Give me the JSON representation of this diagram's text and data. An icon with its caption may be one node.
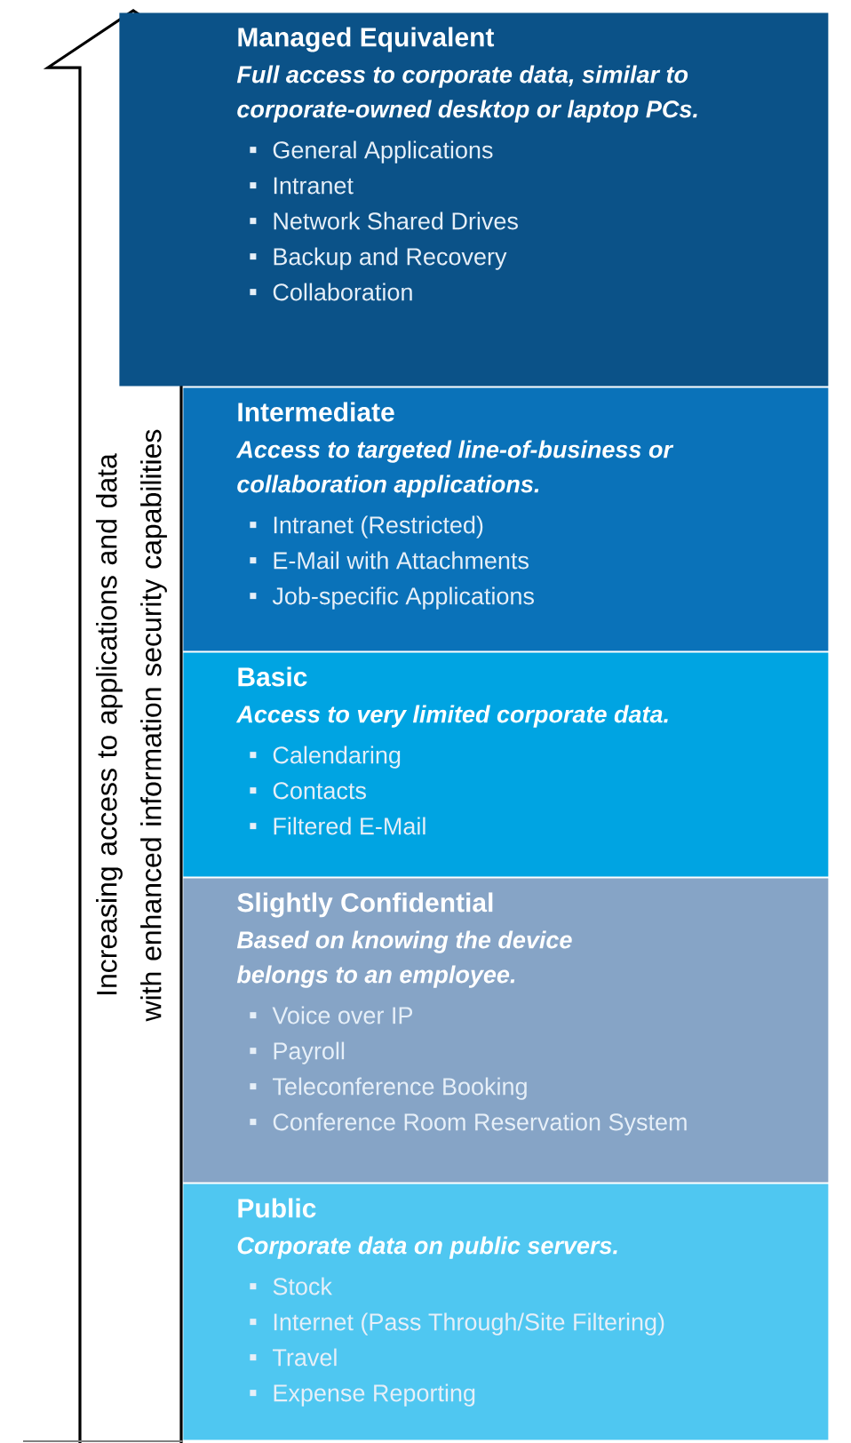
{
  "diagram": {
    "nodes": [
      {
        "text": [
          "Managed Equivalent",
          "Full access to corporate data, similar to corporate-owned desktop or laptop PCs.",
          "General Applications",
          "Intranet",
          "Network Shared Drives",
          "Backup and Recovery",
          "Collaboration"
        ]
      },
      {
        "text": [
          "Intermediate",
          "Access to targeted line-of-business or collaboration applications.",
          "Intranet (Restricted)",
          "E-Mail with Attachments",
          "Job-specific Applications"
        ]
      },
      {
        "text": [
          "Basic",
          "Access to very limited corporate data.",
          "Calendaring",
          "Contacts",
          "Filtered E-Mail"
        ]
      },
      {
        "text": [
          "Slightly Confidential",
          "Based on knowing the device belongs to an employee.",
          "Voice over IP",
          "Payroll",
          "Teleconference Booking",
          "Conference Room Reservation System"
        ]
      },
      {
        "text": [
          "Public",
          "Corporate data on public servers.",
          "Stock",
          "Internet (Pass Through/Site Filtering)",
          "Travel",
          "Expense Reporting"
        ]
      }
    ],
    "labels": [
      "Increasing access to applications and data with enhanced information security capabilities"
    ]
  }
}
